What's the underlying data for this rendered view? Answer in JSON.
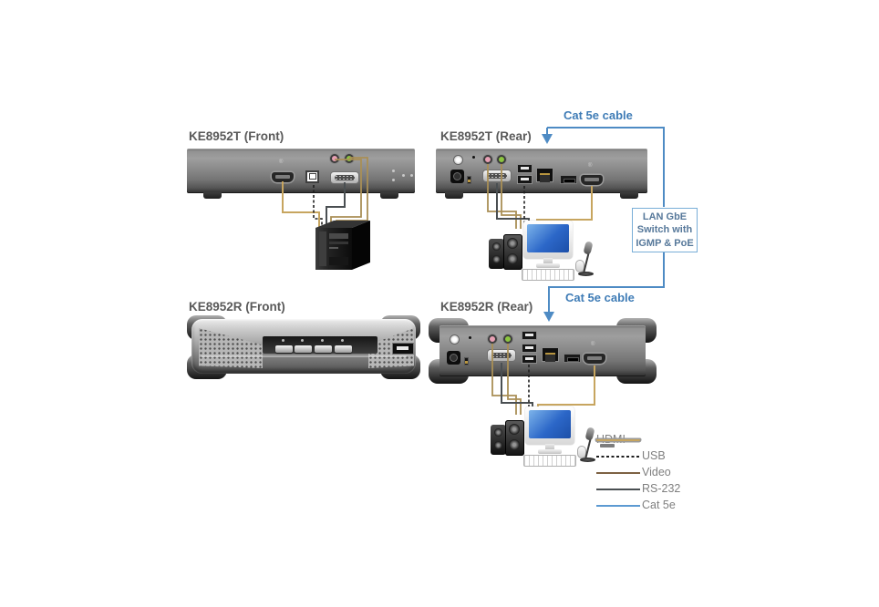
{
  "sections": {
    "transmitter_front": {
      "label": "KE8952T (Front)"
    },
    "transmitter_rear": {
      "label": "KE8952T (Rear)"
    },
    "receiver_front": {
      "label": "KE8952R (Front)"
    },
    "receiver_rear": {
      "label": "KE8952R (Rear)"
    }
  },
  "cat5e": {
    "top_label": "Cat 5e cable",
    "bottom_label": "Cat 5e cable"
  },
  "lan_switch_box": {
    "line1": "LAN GbE",
    "line2": "Switch with",
    "line3": "IGMP & PoE"
  },
  "legend": {
    "items": [
      {
        "label": "HDMI",
        "color": "#c7a55f",
        "style": "solid"
      },
      {
        "label": "USB",
        "color": "#1f1f1f",
        "style": "dashed"
      },
      {
        "label": "Video",
        "color": "#7d6143",
        "style": "solid"
      },
      {
        "label": "RS-232",
        "color": "#4a4f52",
        "style": "solid"
      },
      {
        "label": "Cat 5e",
        "color": "#5c9ad2",
        "style": "solid"
      }
    ]
  },
  "symbols": {
    "registered": "®"
  },
  "colors": {
    "cable_hdmi": "#c7a55f",
    "cable_audio": "#a98f56",
    "cable_usb": "#1f1f1f",
    "cable_rs232": "#4a4f52",
    "cable_cat5e": "#4e8bc4",
    "device_label_text": "#595959",
    "blue_label_text": "#3f7cb6",
    "audio_jack_pink": "#e8a0b4",
    "audio_jack_green": "#8cc63f"
  }
}
